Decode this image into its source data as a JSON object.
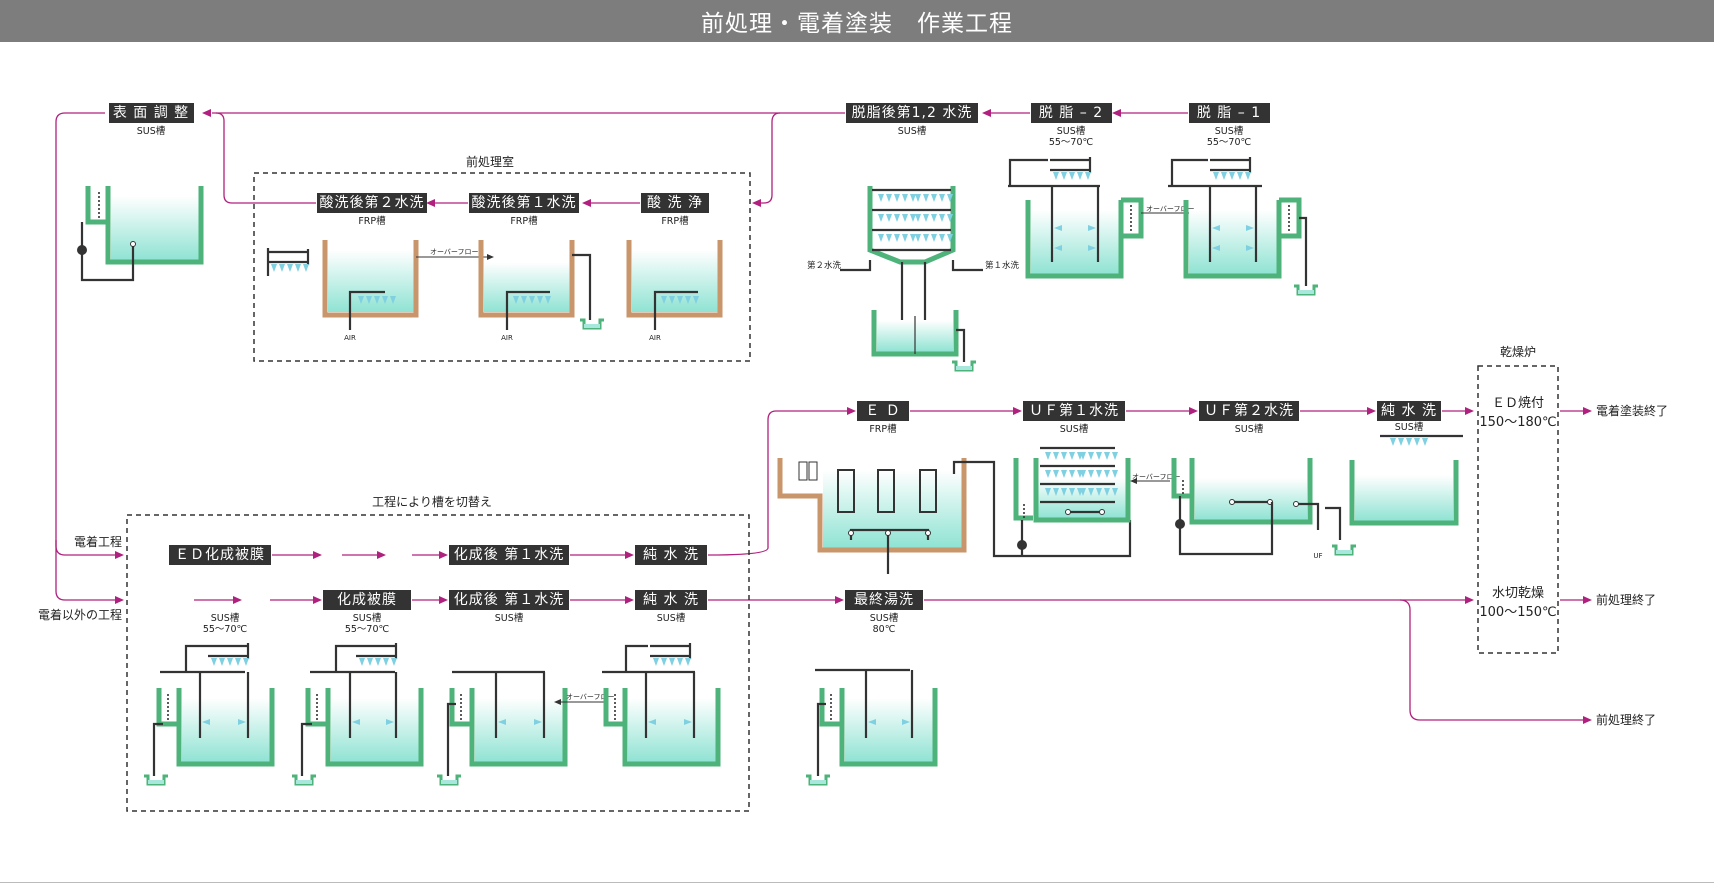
{
  "title": "前処理・電着塗装　作業工程",
  "stages": {
    "hyomen": {
      "label": "表 面 調 整",
      "sub": "SUS槽"
    },
    "dashigo": {
      "label": "脱脂後第1,2 水洗",
      "sub": "SUS槽"
    },
    "dashi2": {
      "label": "脱 脂 – 2",
      "sub": "SUS槽",
      "temp": "55～70℃"
    },
    "dashi1": {
      "label": "脱 脂 – 1",
      "sub": "SUS槽",
      "temp": "55～70℃"
    },
    "sansen2": {
      "label": "酸洗後第２水洗",
      "sub": "FRP槽"
    },
    "sansen1": {
      "label": "酸洗後第１水洗",
      "sub": "FRP槽"
    },
    "sansen": {
      "label": "酸 洗 浄",
      "sub": "FRP槽"
    },
    "ed": {
      "label": "Ｅ Ｄ",
      "sub": "FRP槽"
    },
    "uf1": {
      "label": "ＵＦ第１水洗",
      "sub": "SUS槽"
    },
    "uf2": {
      "label": "ＵＦ第２水洗",
      "sub": "SUS槽"
    },
    "junsui_top": {
      "label": "純 水 洗",
      "sub": "SUS槽"
    },
    "edkasei": {
      "label": "ＥＤ化成被膜"
    },
    "kaseigo1a": {
      "label": "化成後 第１水洗"
    },
    "junsui_a": {
      "label": "純 水 洗"
    },
    "kasei": {
      "label": "化成被膜",
      "sub": "SUS槽",
      "temp": "55～70℃"
    },
    "kaseigo1b": {
      "label": "化成後 第１水洗",
      "sub": "SUS槽"
    },
    "junsui_b": {
      "label": "純 水 洗",
      "sub": "SUS槽"
    },
    "saishu": {
      "label": "最終湯洗",
      "sub": "SUS槽",
      "temp": "80℃"
    },
    "first_sus": {
      "sub": "SUS槽",
      "temp": "55～70℃"
    }
  },
  "regions": {
    "maeshori": "前処理室",
    "kirikae": "工程により槽を切替え",
    "kansoro": "乾燥炉"
  },
  "oven": {
    "ed_bake": "ＥＤ焼付",
    "ed_bake_temp": "150～180℃",
    "dry": "水切乾燥",
    "dry_temp": "100～150℃"
  },
  "outputs": {
    "end_ed": "電着塗装終了",
    "end_pre1": "前処理終了",
    "end_pre2": "前処理終了"
  },
  "branches": {
    "denchaku": "電着工程",
    "other": "電着以外の工程"
  },
  "annotations": {
    "overflow": "オーバーフロー",
    "air": "AIR",
    "rinse2": "第２水洗",
    "rinse1": "第１水洗",
    "uf": "UF"
  },
  "colors": {
    "flow": "#b0207e",
    "tank_sus": "#4db37a",
    "tank_frp": "#c9956b",
    "water": "#a8e8dc",
    "header": "#7d7d7d"
  }
}
